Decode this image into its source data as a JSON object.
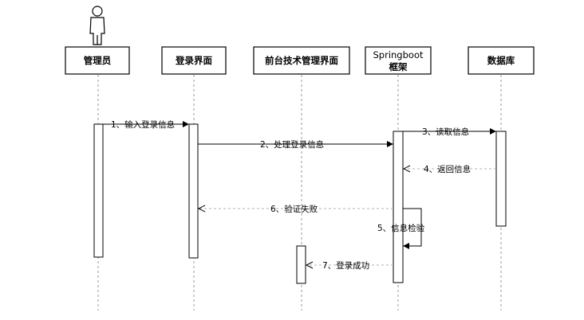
{
  "participants": [
    {
      "id": "admin",
      "label": "管理员"
    },
    {
      "id": "login_ui",
      "label": "登录界面"
    },
    {
      "id": "front_ui",
      "label": "前台技术管理界面"
    },
    {
      "id": "springboot",
      "label_line1": "Springboot",
      "label_line2": "框架"
    },
    {
      "id": "db",
      "label": "数据库"
    }
  ],
  "messages": [
    {
      "id": "m1",
      "label": "1、输入登录信息",
      "from": "admin",
      "to": "login_ui",
      "style": "solid"
    },
    {
      "id": "m2",
      "label": "2、处理登录信息",
      "from": "login_ui",
      "to": "springboot",
      "style": "solid"
    },
    {
      "id": "m3",
      "label": "3、读取信息",
      "from": "springboot",
      "to": "db",
      "style": "solid"
    },
    {
      "id": "m4",
      "label": "4、返回信息",
      "from": "db",
      "to": "springboot",
      "style": "dashed"
    },
    {
      "id": "m5",
      "label": "5、信息检验",
      "from": "springboot",
      "to": "springboot",
      "style": "self"
    },
    {
      "id": "m6",
      "label": "6、验证失败",
      "from": "springboot",
      "to": "login_ui",
      "style": "dashed"
    },
    {
      "id": "m7",
      "label": "7、登录成功",
      "from": "springboot",
      "to": "front_ui",
      "style": "dashed"
    }
  ],
  "colors": {
    "line": "#000000",
    "lifeline": "#9a9a9a",
    "return": "#b0b0b0"
  }
}
